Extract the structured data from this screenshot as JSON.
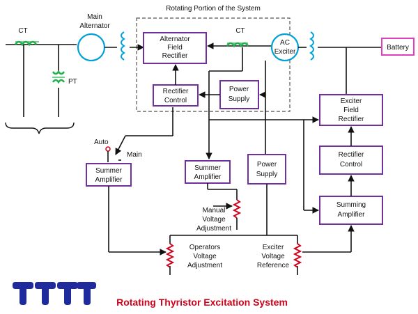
{
  "labels": {
    "rotating_portion": "Rotating Portion of the System",
    "ct_left": "CT",
    "main_alternator_1": "Main",
    "main_alternator_2": "Alternator",
    "pt": "PT",
    "ct_right": "CT",
    "auto": "Auto",
    "main_switch": "Main",
    "manual_1": "Manual",
    "manual_2": "Voltage",
    "manual_3": "Adjustment",
    "operators_1": "Operators",
    "operators_2": "Voltage",
    "operators_3": "Adjustment",
    "exciter_ref_1": "Exciter",
    "exciter_ref_2": "Voltage",
    "exciter_ref_3": "Reference"
  },
  "boxes": {
    "alt_field_rect_1": "Alternator",
    "alt_field_rect_2": "Field",
    "alt_field_rect_3": "Rectifier",
    "rect_ctrl_top_1": "Rectifier",
    "rect_ctrl_top_2": "Control",
    "power_supply_top_1": "Power",
    "power_supply_top_2": "Supply",
    "ac_exciter_1": "AC",
    "ac_exciter_2": "Exciter",
    "battery": "Battery",
    "exciter_field_rect_1": "Exciter",
    "exciter_field_rect_2": "Field",
    "exciter_field_rect_3": "Rectifier",
    "rect_ctrl_right_1": "Rectifier",
    "rect_ctrl_right_2": "Control",
    "summing_amp_1": "Summing",
    "summing_amp_2": "Amplifier",
    "summer_amp_left_1": "Summer",
    "summer_amp_left_2": "Amplifier",
    "summer_amp_mid_1": "Summer",
    "summer_amp_mid_2": "Amplifier",
    "power_supply_mid_1": "Power",
    "power_supply_mid_2": "Supply"
  },
  "caption": "Rotating Thyristor Excitation System",
  "colors": {
    "box_border": "#7030a0",
    "battery_border": "#e040c0",
    "coil": "#00a0d8",
    "ct_green": "#22b14c",
    "resistor": "#d0021b",
    "caption": "#d0021b",
    "logo": "#1f2a9c"
  }
}
